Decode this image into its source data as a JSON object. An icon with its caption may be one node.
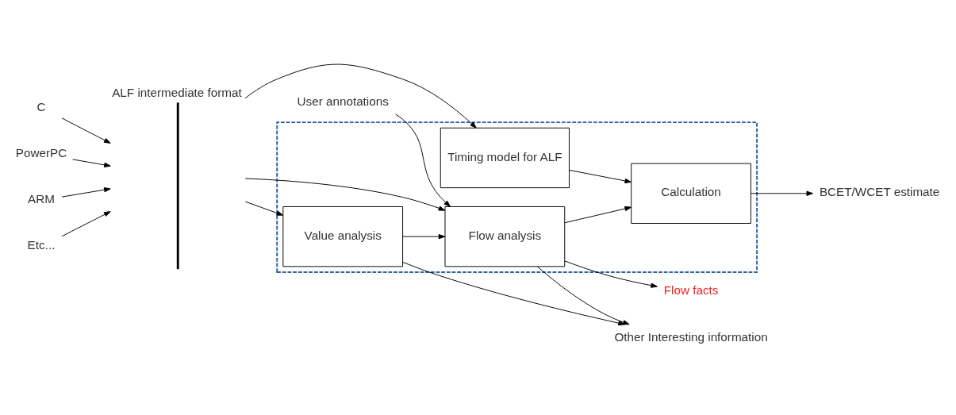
{
  "diagram": {
    "nodes": [
      {
        "text": [
          "ALF intermediate format"
        ]
      },
      {
        "text": [
          "C"
        ]
      },
      {
        "text": [
          "PowerPC"
        ]
      },
      {
        "text": [
          "ARM"
        ]
      },
      {
        "text": [
          "Etc..."
        ]
      },
      {
        "text": [],
        "shape": "box"
      },
      {
        "text": [
          "User annotations"
        ]
      },
      {
        "text": [
          "Flow analysis"
        ],
        "in": 5
      },
      {
        "text": [
          "Value analysis"
        ],
        "in": 5
      },
      {
        "text": [
          "Timing model for ALF"
        ],
        "in": 5
      },
      {
        "text": [
          "Calculation"
        ],
        "in": 5
      },
      {
        "text": [
          "Flow facts"
        ]
      },
      {
        "text": [
          "Other Interesting information"
        ]
      },
      {
        "text": [
          "BCET/WCET estimate"
        ]
      }
    ],
    "edges": [
      {
        "from": 1,
        "to": 0,
        "arrow": "to"
      },
      {
        "from": 2,
        "to": 0,
        "arrow": "to"
      },
      {
        "from": 3,
        "to": 0,
        "arrow": "to"
      },
      {
        "from": 4,
        "to": 0,
        "arrow": "to"
      },
      {
        "from": 0,
        "to": 7,
        "arrow": "to"
      },
      {
        "from": 0,
        "to": 8,
        "arrow": "to"
      },
      {
        "from": 0,
        "to": 9,
        "arrow": "to"
      },
      {
        "from": 6,
        "to": 7,
        "arrow": "to"
      },
      {
        "from": 8,
        "to": 7,
        "arrow": "to"
      },
      {
        "from": 7,
        "to": 11,
        "arrow": "to"
      },
      {
        "from": 7,
        "to": 12,
        "arrow": "to"
      },
      {
        "from": 8,
        "to": 12,
        "arrow": "to"
      },
      {
        "from": 7,
        "to": 10,
        "arrow": "to"
      },
      {
        "from": 9,
        "to": 10,
        "arrow": "to"
      },
      {
        "from": 10,
        "to": 13,
        "arrow": "to"
      }
    ]
  }
}
